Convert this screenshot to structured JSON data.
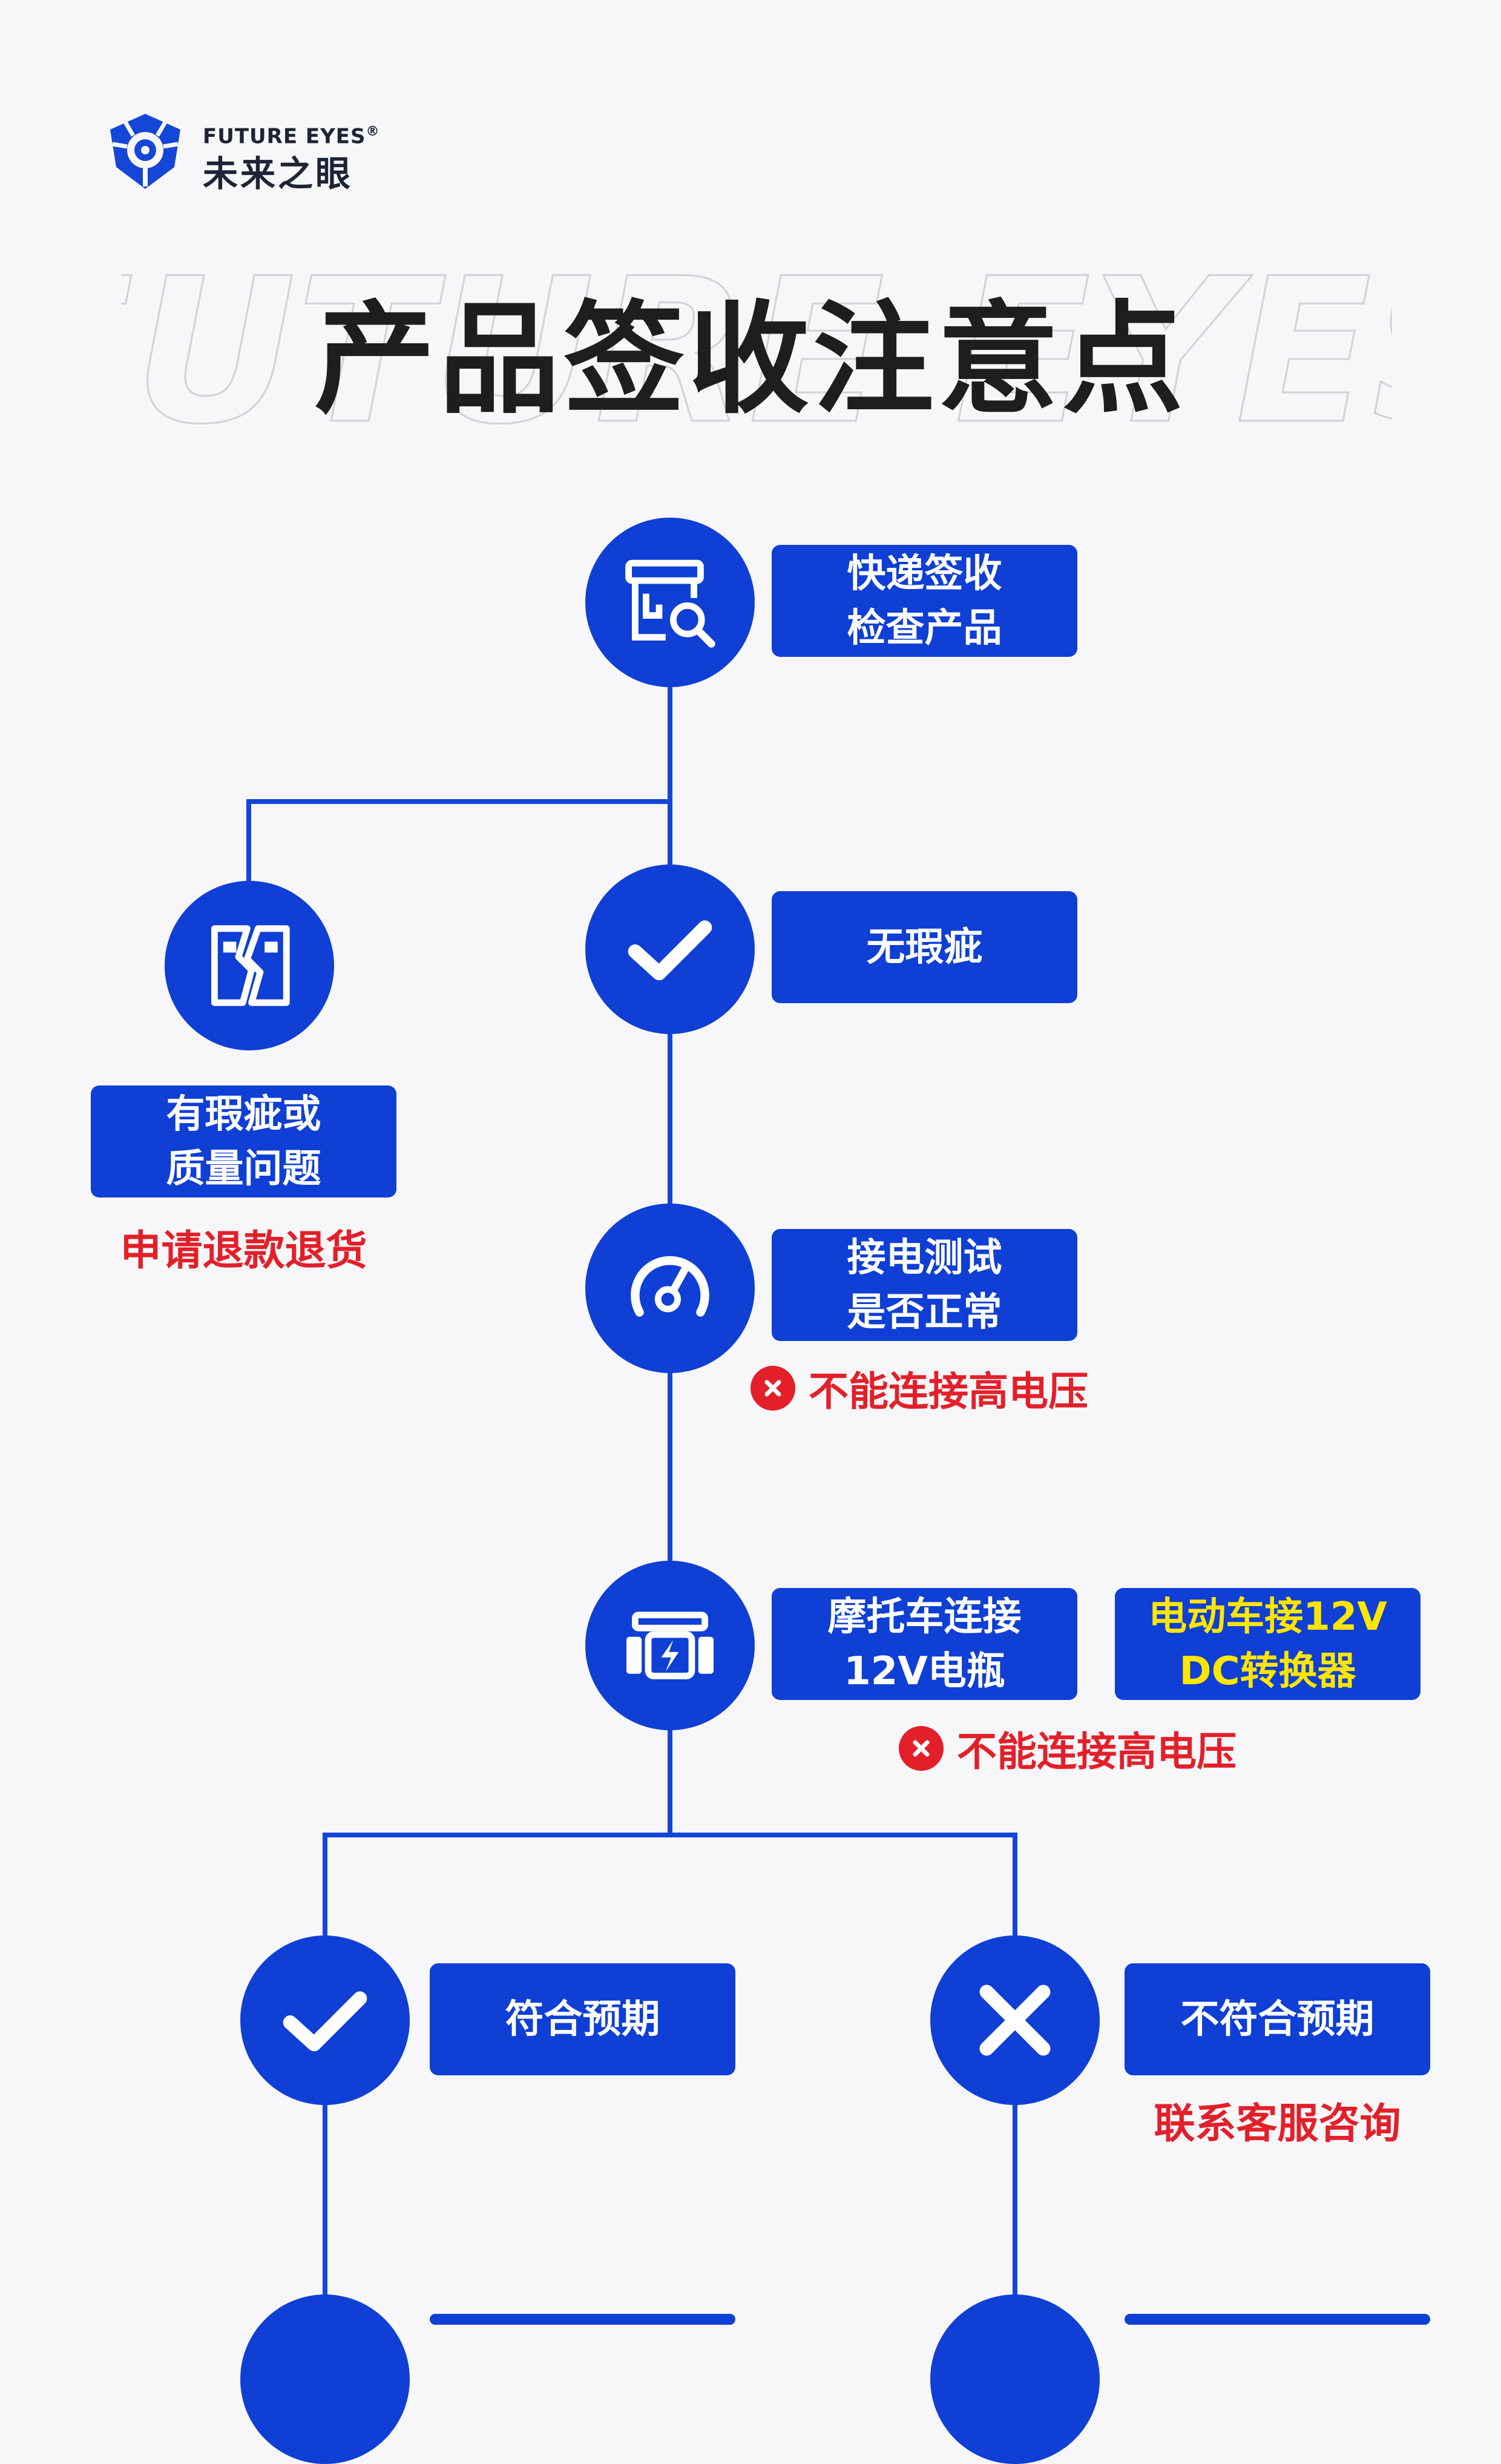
{
  "brand": {
    "name_en": "FUTURE EYES",
    "registered": "®",
    "name_cn": "未来之眼",
    "watermark": "FUTURE EYES"
  },
  "title": "产品签收注意点",
  "steps": {
    "receive": {
      "line1": "快递签收",
      "line2": "检查产品",
      "icon": "package-inspect-icon"
    },
    "no_defect": {
      "label": "无瑕疵",
      "icon": "check-icon"
    },
    "defect": {
      "line1": "有瑕疵或",
      "line2": "质量问题",
      "action": "申请退款退货",
      "icon": "broken-item-icon"
    },
    "power_test": {
      "line1": "接电测试",
      "line2": "是否正常",
      "warning": "不能连接高电压",
      "icon": "gauge-icon"
    },
    "battery": {
      "line1": "摩托车连接",
      "line2": "12V电瓶",
      "warning": "不能连接高电压",
      "icon": "battery-icon"
    },
    "ev": {
      "line1": "电动车接12V",
      "line2": "DC转换器"
    },
    "meets": {
      "label": "符合预期",
      "icon": "check-icon"
    },
    "not_meets": {
      "label": "不符合预期",
      "action": "联系客服咨询",
      "icon": "cross-icon"
    }
  },
  "colors": {
    "primary": "#0f3fd4",
    "warning": "#e3202a",
    "highlight": "#ffe600",
    "background": "#f7f7f9"
  }
}
